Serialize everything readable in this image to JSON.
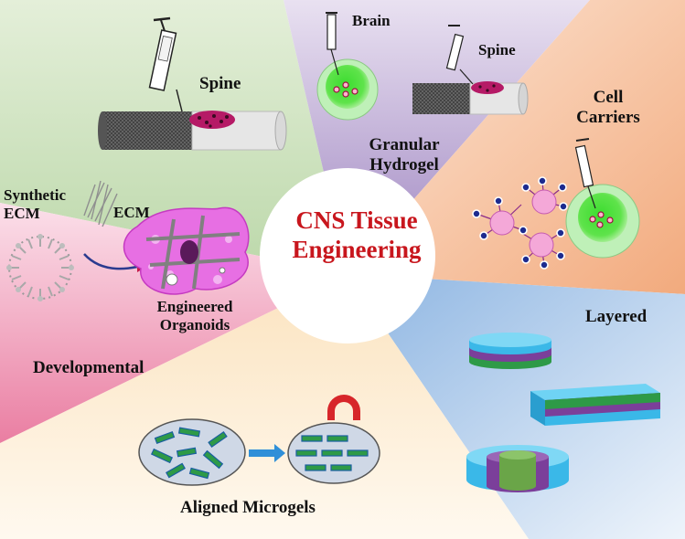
{
  "center_title": {
    "line1": "CNS Tissue",
    "line2": "Engineering"
  },
  "sectors": {
    "spine": {
      "label": "Spine"
    },
    "granular": {
      "line1": "Granular",
      "line2": "Hydrogel",
      "brain": "Brain",
      "spine": "Spine"
    },
    "cell_carriers": {
      "line1": "Cell",
      "line2": "Carriers"
    },
    "layered": {
      "label": "Layered"
    },
    "aligned": {
      "label": "Aligned Microgels"
    },
    "developmental": {
      "label": "Developmental",
      "synthetic_line1": "Synthetic",
      "synthetic_line2": "ECM",
      "ecm": "ECM",
      "organoids_line1": "Engineered",
      "organoids_line2": "Organoids"
    }
  },
  "colors": {
    "title": "#c8161d",
    "green_sector": "#c7deb8",
    "purple_sector": "#b7a3cf",
    "peach_sector": "#f3b992",
    "blue_sector": "#a9c5e6",
    "cream_sector": "#fbe7c7",
    "pink_sector": "#ef9fba",
    "layer_cyan": "#3ab8e8",
    "layer_purple": "#7b3f9a",
    "layer_green": "#2e9a47"
  }
}
